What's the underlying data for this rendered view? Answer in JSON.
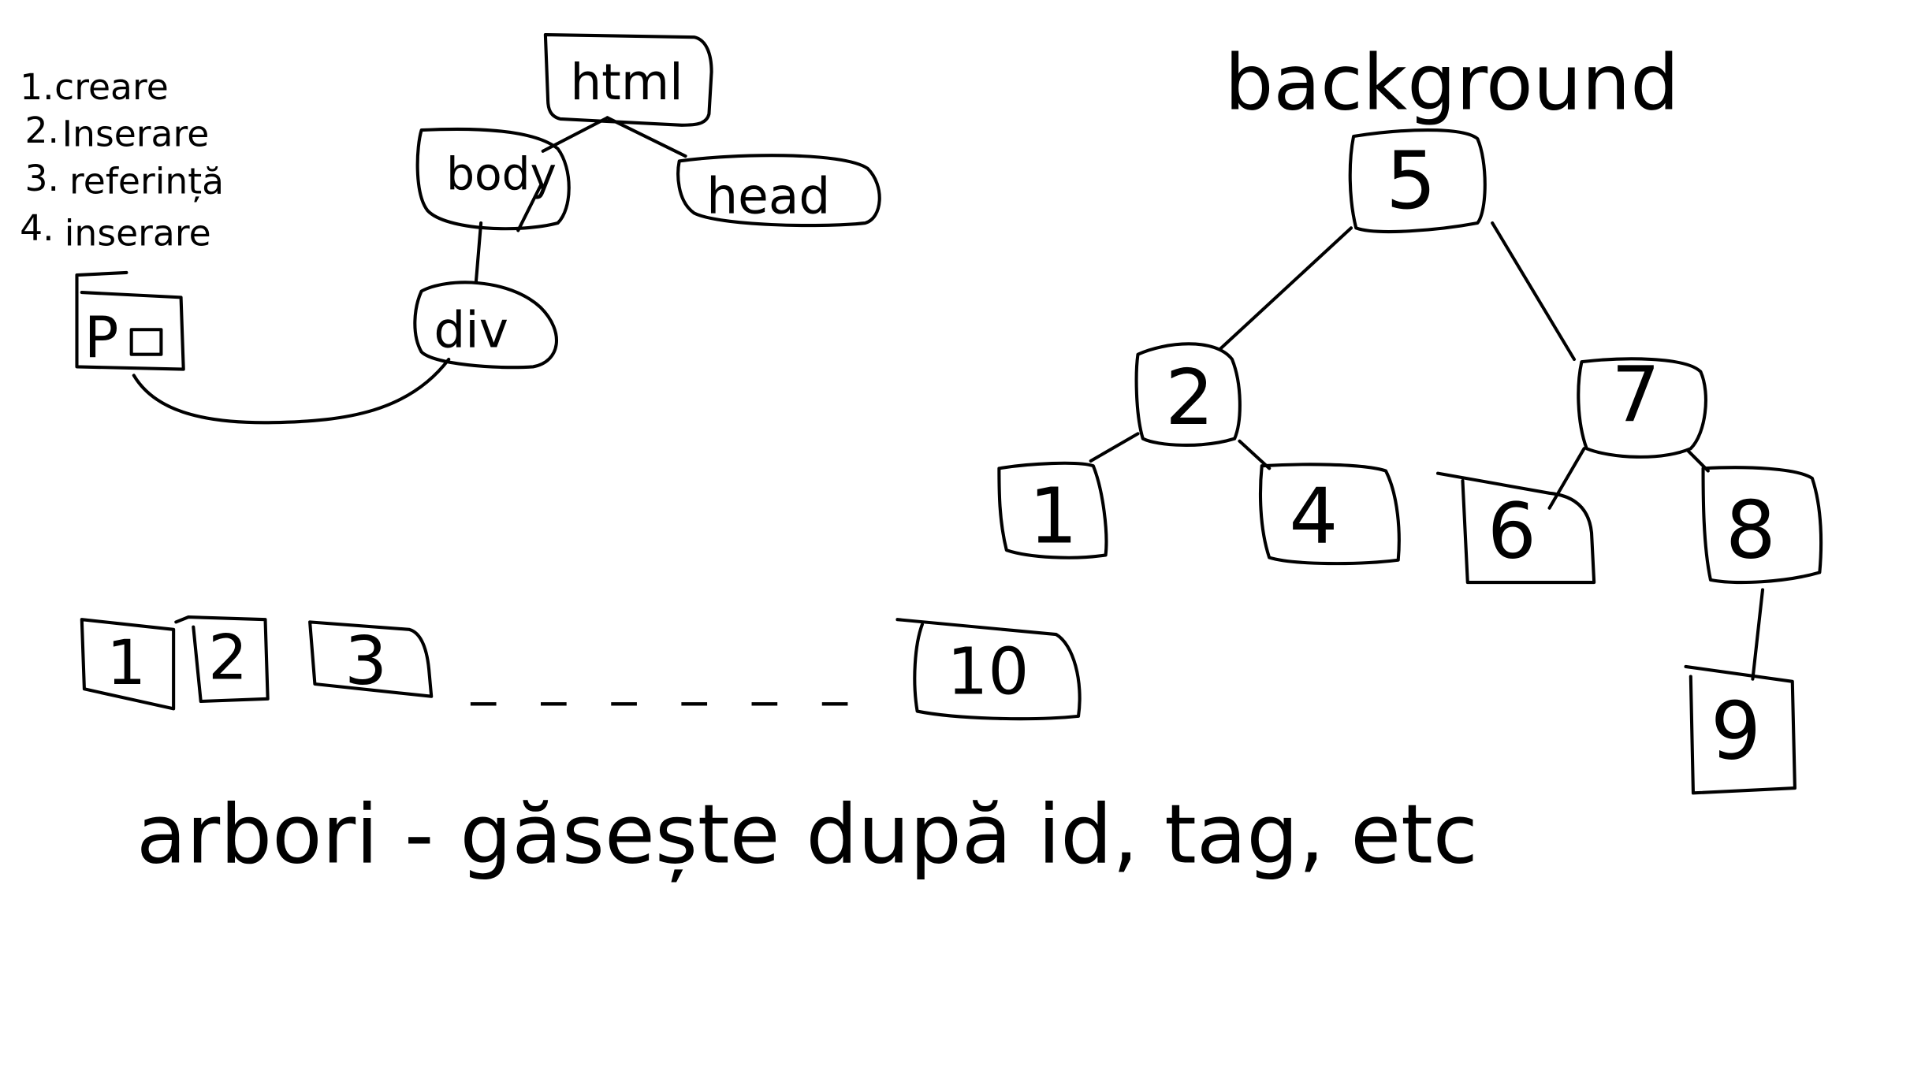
{
  "list": [
    {
      "num": "1.",
      "text": "creare"
    },
    {
      "num": "2.",
      "text": "Inserare"
    },
    {
      "num": "3.",
      "text": "referință"
    },
    {
      "num": "4.",
      "text": "inserare"
    }
  ],
  "dom_tree": {
    "html": "html",
    "body": "body",
    "head": "head",
    "div": "div",
    "p": "P"
  },
  "heading_background": "background",
  "bst": {
    "root": "5",
    "left": "2",
    "right": "7",
    "left_left": "1",
    "left_right": "4",
    "right_left": "6",
    "right_right": "8",
    "right_right_child": "9"
  },
  "array": {
    "first": "1",
    "second": "2",
    "third": "3",
    "ellipsis": "_ _ _ _ _ _",
    "last": "10"
  },
  "footer_text": "arbori - găsește după id, tag, etc"
}
